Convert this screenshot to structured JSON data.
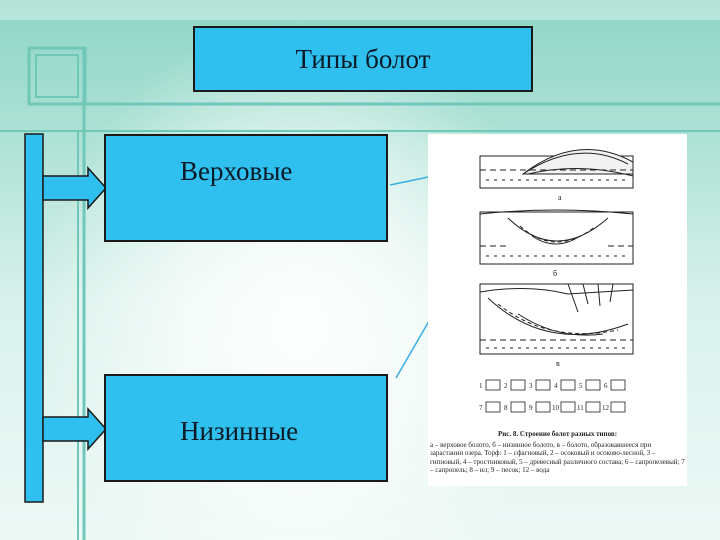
{
  "slide": {
    "title": "Типы болот",
    "types": [
      {
        "label": "Верховые"
      },
      {
        "label": "Низинные"
      }
    ]
  },
  "figure": {
    "panel_labels": [
      "а",
      "б",
      "в"
    ],
    "legend_numbers": [
      "1",
      "2",
      "3",
      "4",
      "5",
      "6",
      "7",
      "8",
      "9",
      "10",
      "11",
      "12"
    ],
    "caption_title": "Рис. 8. Строение болот разных типов:",
    "caption_text": "а – верховое болото, б – низинное болото, в – болото, образовавшееся при зарастании озера. Торф: 1 – сфагновый, 2 – осоковый и осоково-лесной, 3 – гипновый, 4 – тростниковый, 5 – древесный различного состава; 6 – сапропелевый; 7 – сапропель; 8 – ил; 9 – песок; 12 – вода"
  },
  "colors": {
    "box_fill": "#2fc0ef",
    "arrow_fill": "#2fc0ef",
    "background_top": "#8fd6c6",
    "connector": "#3aaee0"
  }
}
